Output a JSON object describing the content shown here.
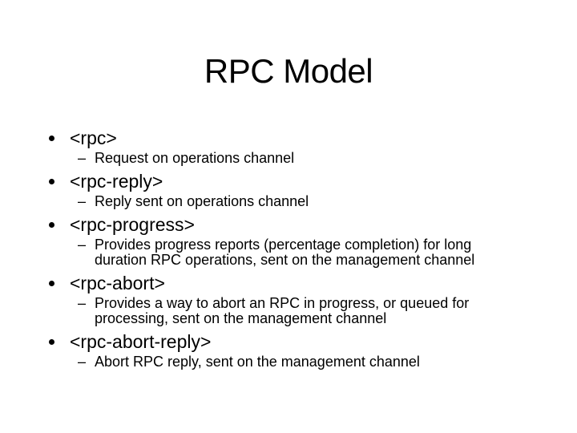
{
  "slide": {
    "title": "RPC Model",
    "background_color": "#ffffff",
    "text_color": "#000000",
    "markers": {
      "bullet_char": "•",
      "dash_char": "–"
    },
    "bullets": [
      {
        "label": "<rpc>",
        "sub": [
          {
            "lines": [
              "Request on operations channel"
            ]
          }
        ]
      },
      {
        "label": "<rpc-reply>",
        "sub": [
          {
            "lines": [
              "Reply sent on operations channel"
            ]
          }
        ]
      },
      {
        "label": "<rpc-progress>",
        "sub": [
          {
            "lines": [
              "Provides progress reports (percentage completion) for long",
              "duration RPC operations, sent on the management channel"
            ]
          }
        ]
      },
      {
        "label": "<rpc-abort>",
        "sub": [
          {
            "lines": [
              "Provides a way to abort an RPC in progress, or queued for",
              "processing, sent on the management channel"
            ]
          }
        ]
      },
      {
        "label": "<rpc-abort-reply>",
        "sub": [
          {
            "lines": [
              "Abort RPC reply, sent on the management channel"
            ]
          }
        ]
      }
    ]
  }
}
